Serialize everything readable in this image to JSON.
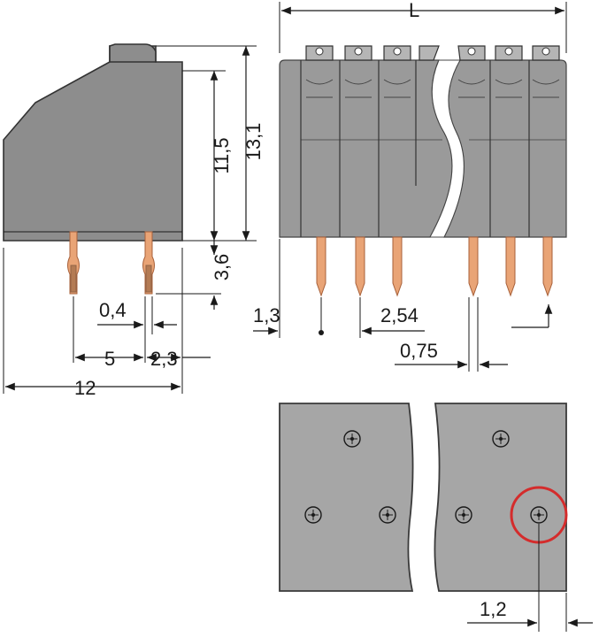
{
  "dimensions": {
    "length": "L",
    "height_body": "11,5",
    "height_total": "13,1",
    "pin_length": "3,6",
    "pin_thickness": "0,4",
    "pin_spacing": "5",
    "pin_offset": "2,3",
    "depth": "12",
    "edge_offset": "1,3",
    "pitch": "2,54",
    "pin_width": "0,75",
    "hole_diameter": "1,2"
  },
  "colors": {
    "housing": "#8d8d8d",
    "pcb": "#a6a6a6",
    "pin": "#e9a476",
    "highlight": "#d42c2c"
  }
}
